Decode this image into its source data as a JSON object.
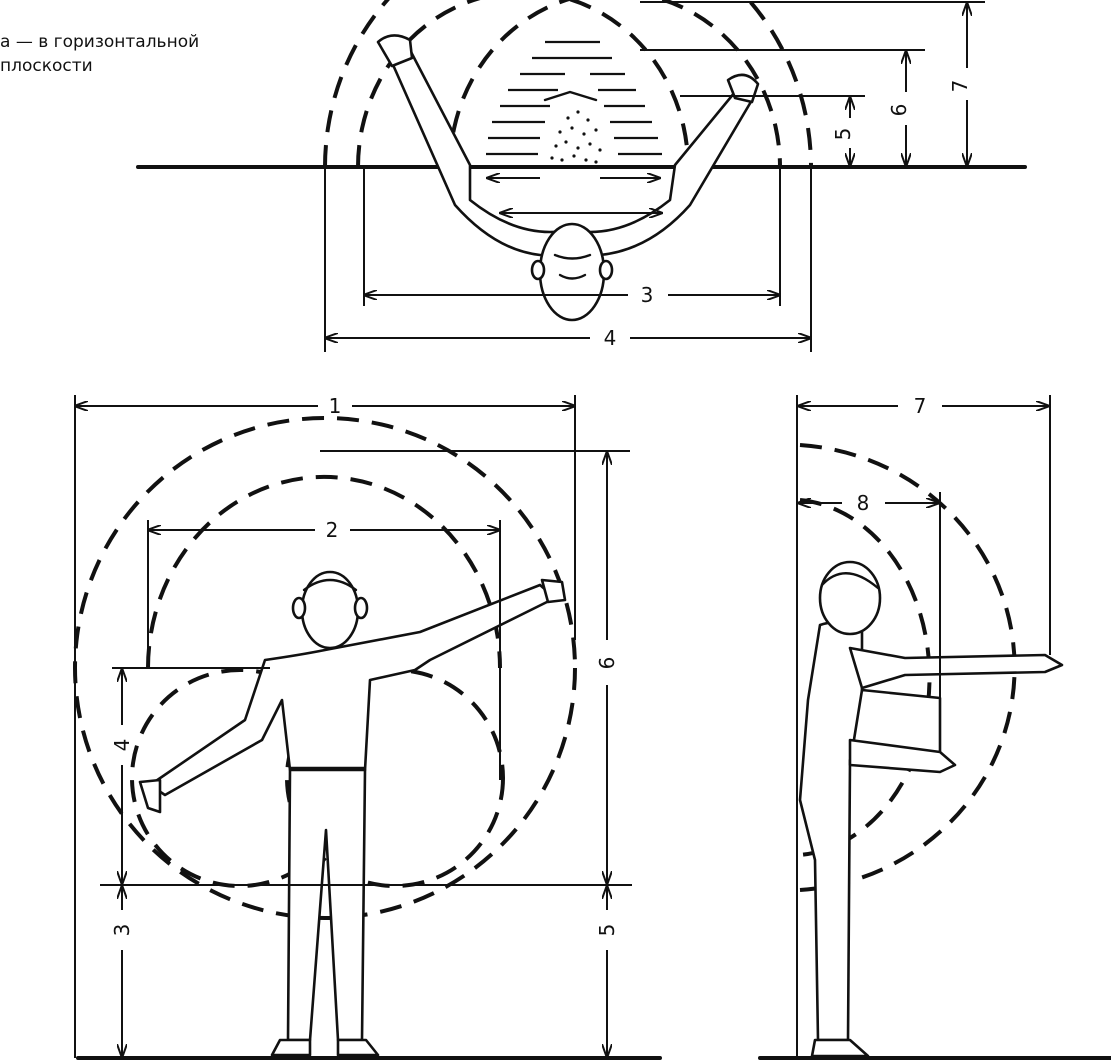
{
  "caption": {
    "line1": "а — в горизонтальной",
    "line2": "плоскости"
  },
  "labels": {
    "top": {
      "d3": "3",
      "d4": "4",
      "d5": "5",
      "d6": "6",
      "d7": "7"
    },
    "front": {
      "d1": "1",
      "d2": "2",
      "d3": "3",
      "d4": "4",
      "d5": "5",
      "d6": "6"
    },
    "side": {
      "d7": "7",
      "d8": "8"
    }
  },
  "colors": {
    "ink": "#111111",
    "paper": "#ffffff"
  }
}
